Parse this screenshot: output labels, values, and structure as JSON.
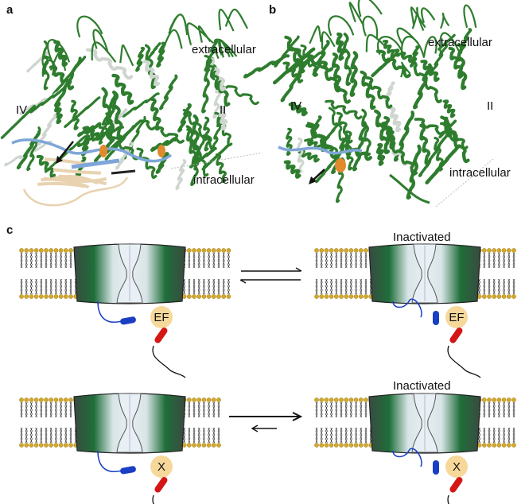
{
  "panels": [
    {
      "letter": "a",
      "roman_left": "IV",
      "roman_right": "II",
      "extracellular": "extracellular",
      "intracellular": "intracellular"
    },
    {
      "letter": "b",
      "roman_left": "IV",
      "roman_right": "II",
      "extracellular": "extracellular",
      "intracellular": "intracellular"
    }
  ],
  "panel_c": {
    "letter": "c",
    "top_row": {
      "right_title": "Inactivated",
      "domain_label": "EF"
    },
    "bottom_row": {
      "right_title": "Inactivated",
      "domain_label": "X"
    }
  },
  "colors": {
    "protein_green": "#2e7d2e",
    "loop_blue": "#7fa6d8",
    "wheat": "#e8d2b0",
    "orange": "#e08a2c",
    "membrane_head": "#d4a92a",
    "helix_blue": "#1a3fc4",
    "helix_red": "#d41616",
    "ef_bubble": "#f6d89a"
  }
}
